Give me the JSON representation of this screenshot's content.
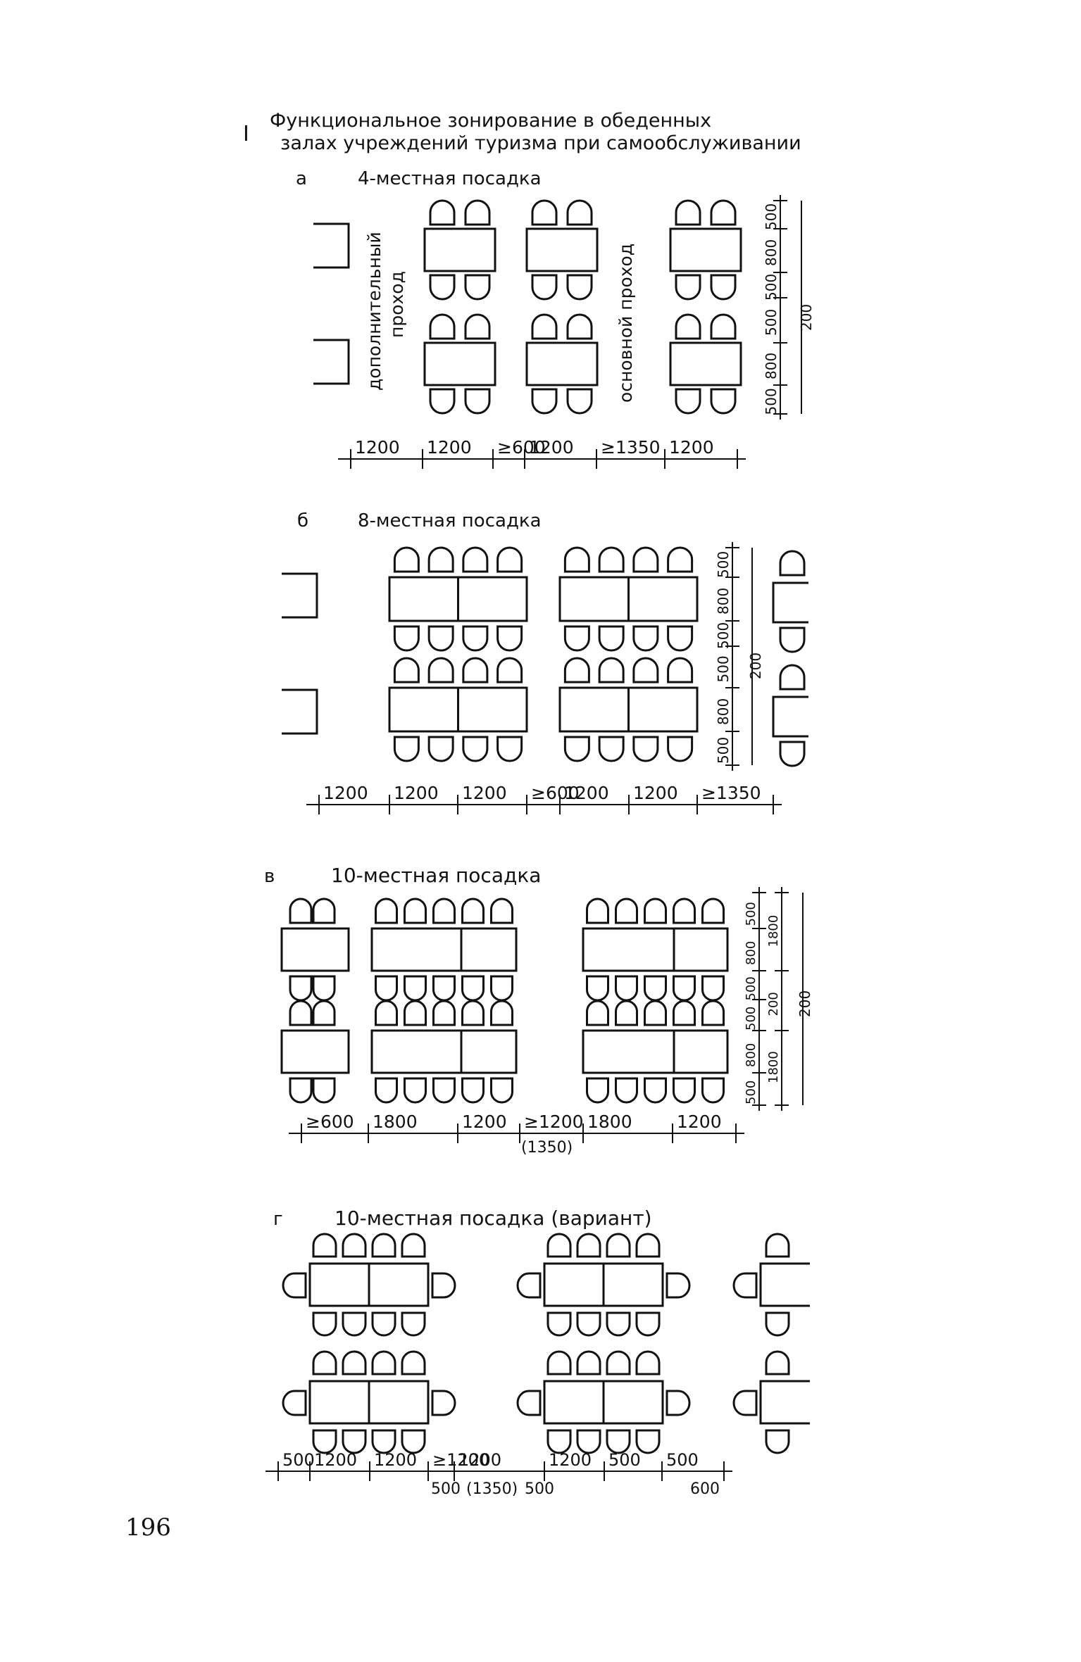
{
  "figure": {
    "number": "I",
    "title_line1": "Функциональное зонирование в обеденных",
    "title_line2": "залах учреждений туризма при самообслуживании"
  },
  "panels": {
    "a": {
      "letter": "а",
      "caption": "4-местная посадка",
      "aisle_secondary_1": "дополнительный",
      "aisle_secondary_2": "проход",
      "aisle_main": "основной проход",
      "dims_bottom": [
        "1200",
        "1200",
        "≥600",
        "1200",
        "≥1350",
        "1200"
      ],
      "dims_right": [
        "500",
        "800",
        "500",
        "500",
        "800",
        "500"
      ],
      "dim_right_total": "200"
    },
    "b": {
      "letter": "б",
      "caption": "8-местная посадка",
      "dims_bottom": [
        "1200",
        "1200",
        "1200",
        "≥600",
        "1200",
        "1200",
        "≥1350"
      ],
      "dims_right": [
        "500",
        "800",
        "500",
        "500",
        "800",
        "500"
      ],
      "dim_right_total": "200"
    },
    "v": {
      "letter": "в",
      "caption": "10-местная посадка",
      "dims_bottom": [
        "≥600",
        "1800",
        "1200",
        "≥1200",
        "1800",
        "1200"
      ],
      "dim_bottom_note": "(1350)",
      "dims_right": [
        "500",
        "800",
        "500",
        "500",
        "800",
        "500"
      ],
      "dims_right_mid": [
        "1800",
        "200",
        "1800"
      ],
      "dim_right_total": "200"
    },
    "g": {
      "letter": "г",
      "caption": "10-местная посадка (вариант)",
      "dims_bottom_top": [
        "500",
        "1200",
        "1200",
        "≥1200",
        "1200",
        "1200",
        "500",
        "500"
      ],
      "dims_bottom_low": [
        "500",
        "(1350)",
        "500",
        "600"
      ]
    }
  },
  "page_number": "196"
}
